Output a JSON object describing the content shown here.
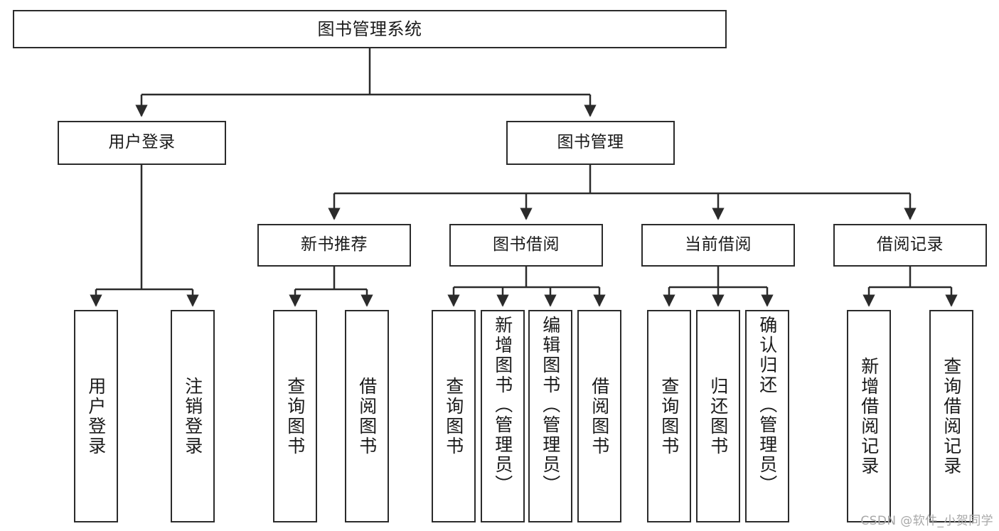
{
  "diagram": {
    "title": "图书管理系统",
    "type": "tree",
    "watermark": "CSDN @软件_小贺同学",
    "colors": {
      "border": "#2b2b2b",
      "background": "#ffffff",
      "text": "#1a1a1a",
      "edge": "#2b2b2b",
      "watermark": "#a8a8a8"
    },
    "nodes": {
      "root": {
        "label": "图书管理系统"
      },
      "level2": [
        {
          "id": "user-login",
          "label": "用户登录"
        },
        {
          "id": "book-management",
          "label": "图书管理"
        }
      ],
      "level3": [
        {
          "id": "new-book-recommend",
          "label": "新书推荐"
        },
        {
          "id": "book-borrow",
          "label": "图书借阅"
        },
        {
          "id": "current-borrow",
          "label": "当前借阅"
        },
        {
          "id": "borrow-record",
          "label": "借阅记录"
        }
      ],
      "leaves": {
        "user-login": [
          {
            "id": "leaf-user-login",
            "label": "用户登录"
          },
          {
            "id": "leaf-logout",
            "label": "注销登录"
          }
        ],
        "new-book-recommend": [
          {
            "id": "leaf-query-book-1",
            "label": "查询图书"
          },
          {
            "id": "leaf-borrow-book-1",
            "label": "借阅图书"
          }
        ],
        "book-borrow": [
          {
            "id": "leaf-query-book-2",
            "label": "查询图书"
          },
          {
            "id": "leaf-add-book",
            "label": "新增图书（管理员）"
          },
          {
            "id": "leaf-edit-book",
            "label": "编辑图书（管理员）"
          },
          {
            "id": "leaf-borrow-book-2",
            "label": "借阅图书"
          }
        ],
        "current-borrow": [
          {
            "id": "leaf-query-book-3",
            "label": "查询图书"
          },
          {
            "id": "leaf-return-book",
            "label": "归还图书"
          },
          {
            "id": "leaf-confirm-return",
            "label": "确认归还（管理员）"
          }
        ],
        "borrow-record": [
          {
            "id": "leaf-add-record",
            "label": "新增借阅记录"
          },
          {
            "id": "leaf-query-record",
            "label": "查询借阅记录"
          }
        ]
      }
    },
    "edges": [
      {
        "from": "图书管理系统",
        "to": "用户登录"
      },
      {
        "from": "图书管理系统",
        "to": "图书管理"
      },
      {
        "from": "图书管理",
        "to": "新书推荐"
      },
      {
        "from": "图书管理",
        "to": "图书借阅"
      },
      {
        "from": "图书管理",
        "to": "当前借阅"
      },
      {
        "from": "图书管理",
        "to": "借阅记录"
      },
      {
        "from": "用户登录",
        "to": "用户登录"
      },
      {
        "from": "用户登录",
        "to": "注销登录"
      },
      {
        "from": "新书推荐",
        "to": "查询图书"
      },
      {
        "from": "新书推荐",
        "to": "借阅图书"
      },
      {
        "from": "图书借阅",
        "to": "查询图书"
      },
      {
        "from": "图书借阅",
        "to": "新增图书（管理员）"
      },
      {
        "from": "图书借阅",
        "to": "编辑图书（管理员）"
      },
      {
        "from": "图书借阅",
        "to": "借阅图书"
      },
      {
        "from": "当前借阅",
        "to": "查询图书"
      },
      {
        "from": "当前借阅",
        "to": "归还图书"
      },
      {
        "from": "当前借阅",
        "to": "确认归还（管理员）"
      },
      {
        "from": "借阅记录",
        "to": "新增借阅记录"
      },
      {
        "from": "借阅记录",
        "to": "查询借阅记录"
      }
    ]
  }
}
